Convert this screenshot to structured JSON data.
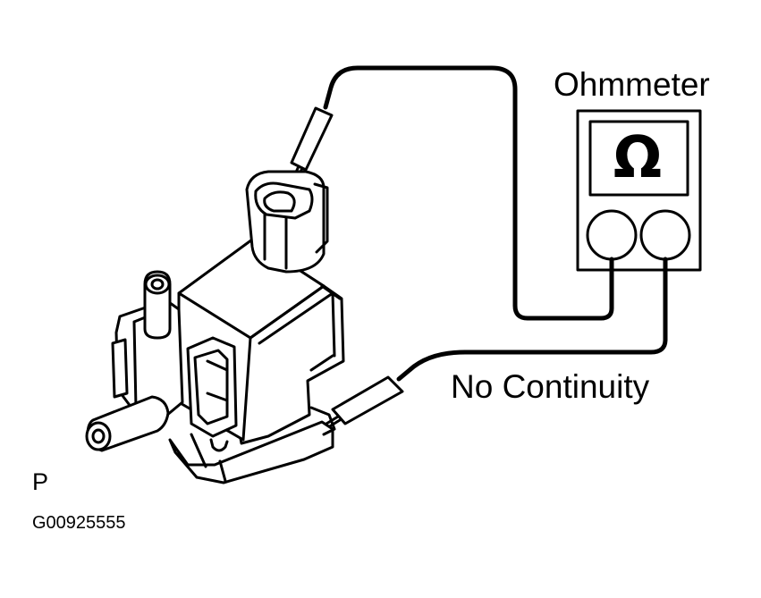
{
  "labels": {
    "meter": "Ohmmeter",
    "result": "No Continuity",
    "corner_letter": "P",
    "figure_code": "G00925555"
  },
  "meter": {
    "symbol": "Ω"
  }
}
